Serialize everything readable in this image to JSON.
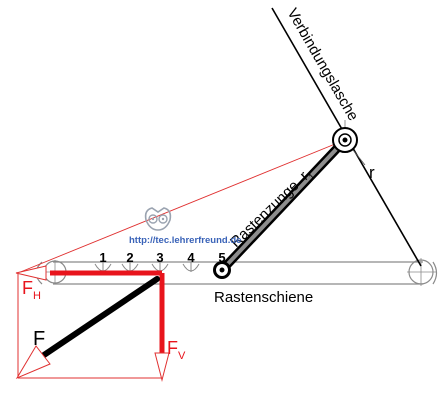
{
  "labels": {
    "verbindungslasche": "Verbindungslasche",
    "r": "r",
    "rastenzunge": "Rastenzunge",
    "r_sub": "r",
    "r_sub_index": "1",
    "rastenschiene": "Rastenschiene",
    "url": "http://tec.lehrerfreund.de",
    "force_F": "F",
    "force_FH": "F",
    "force_FH_sub": "H",
    "force_FV": "F",
    "force_FV_sub": "V"
  },
  "notches": [
    "1",
    "2",
    "3",
    "4",
    "5"
  ],
  "colors": {
    "red": "#e8141c",
    "black": "#000000",
    "thin_red": "#e03030",
    "grey": "#9aa3b0",
    "blue": "#3a63b8",
    "lightgrey": "#a8a8a8"
  }
}
